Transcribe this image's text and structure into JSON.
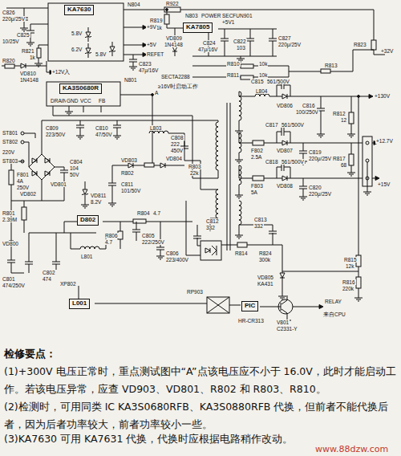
{
  "diagram": {
    "nodes": [
      {
        "text": [
          "KA7630"
        ]
      },
      {
        "text": [
          "KA7805"
        ]
      },
      {
        "text": [
          "KA3S0680R"
        ]
      },
      {
        "text": [
          "D802"
        ]
      },
      {
        "text": [
          "L001"
        ]
      },
      {
        "text": [
          "PIC"
        ]
      }
    ],
    "labels": [
      "C826",
      "220μ/25V",
      "N804",
      "R922",
      "POWER",
      "SECFUN901",
      "R819",
      "1k",
      "N803",
      "C825",
      "10/25V",
      "R821",
      "1k",
      "5.8V",
      "6.2V",
      "C823",
      "47μ/16V",
      "+9V",
      "+5V",
      "REFET",
      "R820",
      "VD810",
      "1N4148",
      "+12V入",
      "5.8V",
      "VD809",
      "1N4148",
      "SECTA2288",
      "+5V1",
      "C824",
      "47μ/16V",
      "C822",
      "103",
      "C827",
      "220μ/25V",
      "R810",
      "10k",
      "R811",
      "10k",
      "R823",
      "R813",
      "+32V",
      "+130V",
      "+12.7V",
      "+15V",
      "N801",
      "≥16V时启动工作",
      "A",
      "DRAIN",
      "GND",
      "VCC",
      "FB",
      "C809",
      "223/50V",
      "C810",
      "47/50V",
      "L803",
      "C808",
      "222",
      "450V",
      "VD804",
      "R803",
      "22k",
      "VD803",
      "R802",
      "C811",
      "101/50V",
      "VD811",
      "8.2V",
      "220V",
      "ST801",
      "ST802",
      "ST803",
      "F801",
      "4A",
      "250V",
      "VD801",
      "VD802",
      "C804",
      "104",
      "50V",
      "R801",
      "2.39M",
      "C801",
      "474/250V",
      "VD800",
      "C802",
      "474",
      "L801",
      "XP802",
      "R804",
      "4.7",
      "C805",
      "222/250V",
      "R806",
      "4.7",
      "C806",
      "223/400V",
      "C812",
      "332",
      "C813",
      "332",
      "R814",
      "R824",
      "300k",
      "VD805",
      "KA431",
      "R815",
      "12k",
      "R816",
      "220k",
      "RP903",
      "HR-CR313",
      "V801",
      "C2331-Y",
      "RELAY",
      "来自CPU",
      "L804",
      "VD806",
      "C815",
      "561/500V",
      "C817",
      "561/500V",
      "F802",
      "2.5A",
      "VD807",
      "F803",
      "5A",
      "VD808",
      "C818",
      "561/500V",
      "C816",
      "100/250V",
      "C819",
      "220μ/25V",
      "C820",
      "220μ/25V",
      "R812",
      "12",
      "R817",
      "68",
      "检修要点：",
      "(1)+300V 电压正常时，重点测试图中“A”点该电压应不小于 16.0V，此时才能启动工作。若该电压异常，应查 VD903、VD801、R802 和 R803、R810。",
      "(2)检测时，可用同类 IC KA3S0680RFB、KA3S0880RFB 代换，但前者不能代换后者，因为后者功率较大，前者功率较小一些。",
      "(3)KA7630 可用 KA7631 代换，代换时应根据电路稍作改动。",
      "www.88dzw.com"
    ]
  }
}
